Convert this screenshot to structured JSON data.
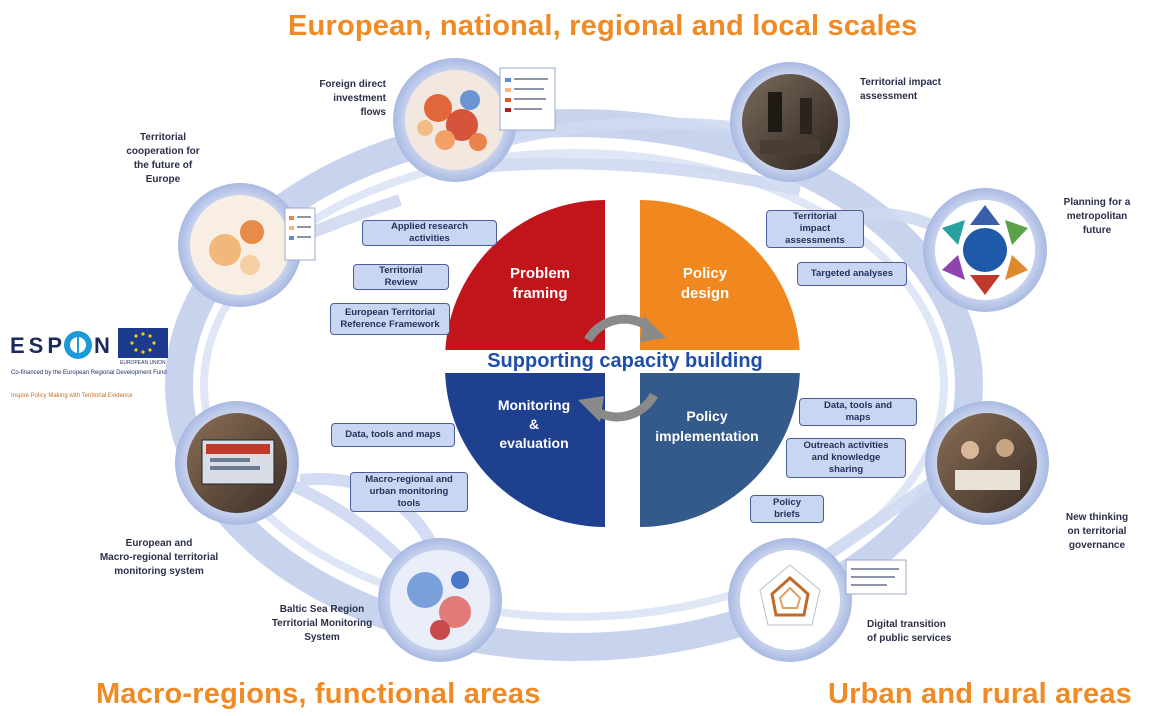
{
  "headings": {
    "top": "European, national, regional and local scales",
    "bottom_left": "Macro-regions, functional areas",
    "bottom_right": "Urban and rural areas"
  },
  "quadrants": {
    "problem_framing": "Problem\nframing",
    "policy_design": "Policy\ndesign",
    "monitoring_evaluation": "Monitoring\n&\nevaluation",
    "policy_implementation": "Policy\nimplementation",
    "center": "Supporting capacity building"
  },
  "circle_labels": {
    "fdi": "Foreign direct\ninvestment\nflows",
    "tia": "Territorial impact\nassessment",
    "cooperation": "Territorial\ncooperation for\nthe future of\nEurope",
    "metropolitan": "Planning for a\nmetropolitan\nfuture",
    "monitoring_system": "European and\nMacro-regional territorial\nmonitoring system",
    "governance": "New thinking\non territorial\ngovernance",
    "baltic": "Baltic Sea Region\nTerritorial Monitoring\nSystem",
    "digital": "Digital transition\nof public services"
  },
  "boxes": {
    "applied_research": "Applied research\nactivities",
    "territorial_review": "Territorial\nReview",
    "etrf": "European Territorial\nReference Framework",
    "tia_box": "Territorial\nimpact\nassessments",
    "targeted": "Targeted analyses",
    "data_left": "Data, tools and maps",
    "macro_tools": "Macro-regional and\nurban monitoring\ntools",
    "data_right": "Data, tools and\nmaps",
    "outreach": "Outreach activities\nand knowledge\nsharing",
    "briefs": "Policy\nbriefs"
  },
  "logo": {
    "word_left": "ESP",
    "word_right": "N",
    "eu_label": "EUROPEAN UNION",
    "cofinanced": "Co-financed by the European Regional Development Fund",
    "tagline": "Inspire Policy Making with Territorial Evidence"
  },
  "colors": {
    "heading": "#f08a24",
    "problem_framing": "#c2141b",
    "policy_design": "#f0881f",
    "monitoring": "#1f3f8f",
    "implementation": "#335a8a",
    "ring": "#c8d3ee",
    "box_fill": "#c9d6f2"
  }
}
